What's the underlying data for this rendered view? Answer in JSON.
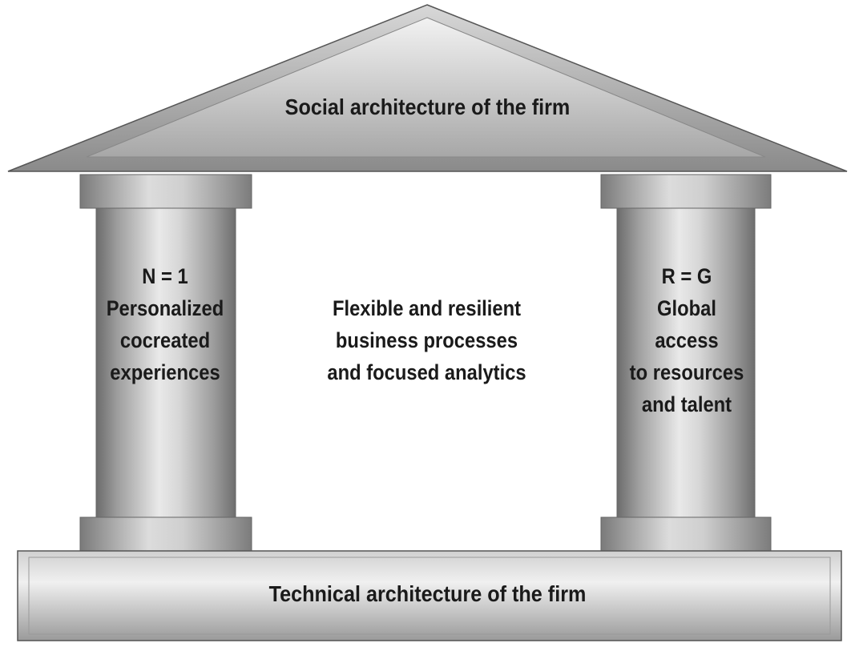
{
  "roof": {
    "label": "Social architecture of the firm"
  },
  "base": {
    "label": "Technical architecture of the firm"
  },
  "left_pillar": {
    "lines": [
      "N = 1",
      "Personalized",
      "cocreated",
      "experiences"
    ]
  },
  "right_pillar": {
    "lines": [
      "R = G",
      "Global",
      "access",
      "to resources",
      "and talent"
    ]
  },
  "center": {
    "lines": [
      "Flexible and resilient",
      "business processes",
      "and focused analytics"
    ]
  }
}
